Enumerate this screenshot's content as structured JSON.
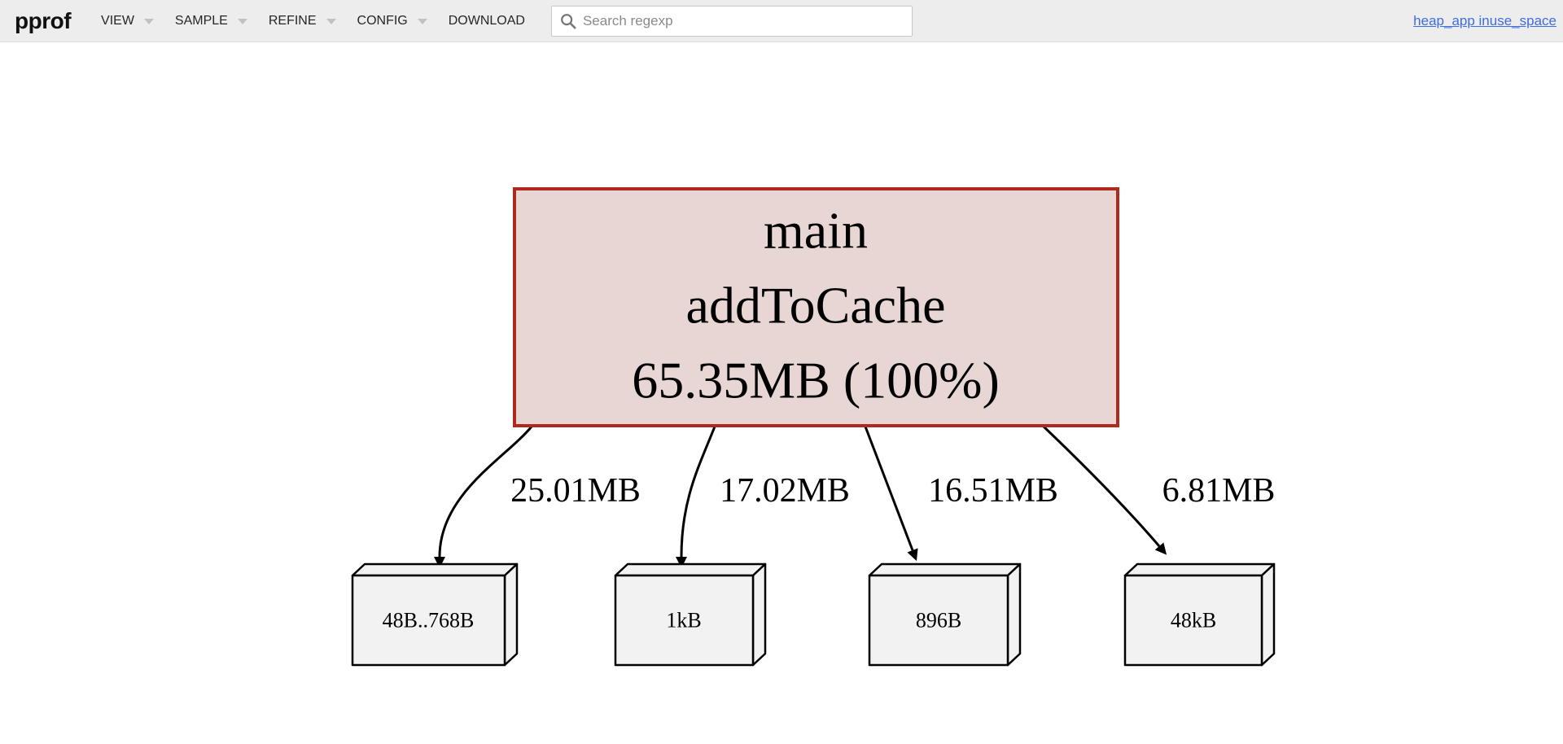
{
  "app": {
    "logo": "pprof"
  },
  "toolbar": {
    "menu": [
      {
        "label": "VIEW",
        "has_dropdown": true
      },
      {
        "label": "SAMPLE",
        "has_dropdown": true
      },
      {
        "label": "REFINE",
        "has_dropdown": true
      },
      {
        "label": "CONFIG",
        "has_dropdown": true
      },
      {
        "label": "DOWNLOAD",
        "has_dropdown": false
      }
    ],
    "search_placeholder": "Search regexp",
    "search_value": "",
    "profile_link": "heap_app inuse_space"
  },
  "colors": {
    "toolbar_bg": "#ededed",
    "link_blue": "#3e6ddf",
    "root_node_fill": "#e7d6d4",
    "root_node_border": "#b0291c",
    "leaf_node_fill": "#f2f2f2",
    "edge_black": "#000000"
  },
  "graph": {
    "root_node": {
      "lines": [
        "main",
        "addToCache",
        "65.35MB (100%)"
      ]
    },
    "edges": [
      {
        "from": "main.addToCache",
        "to": "48B..768B",
        "label": "25.01MB"
      },
      {
        "from": "main.addToCache",
        "to": "1kB",
        "label": "17.02MB"
      },
      {
        "from": "main.addToCache",
        "to": "896B",
        "label": "16.51MB"
      },
      {
        "from": "main.addToCache",
        "to": "48kB",
        "label": "6.81MB"
      }
    ],
    "leaf_nodes": [
      {
        "label": "48B..768B"
      },
      {
        "label": "1kB"
      },
      {
        "label": "896B"
      },
      {
        "label": "48kB"
      }
    ]
  }
}
